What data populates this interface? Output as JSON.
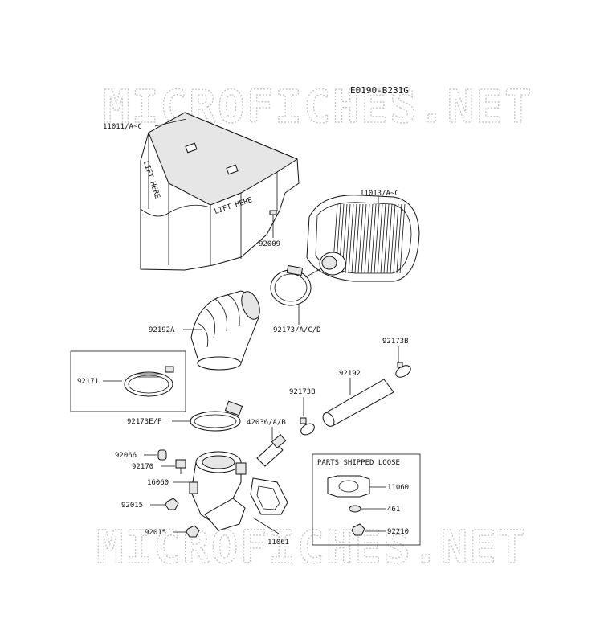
{
  "diagram_code": "E0190-B231G",
  "watermark_text": "MICROFICHES.NET",
  "box_title": "PARTS SHIPPED LOOSE",
  "parts": {
    "p11011": "11011/A~C",
    "p92009": "92009",
    "p11013": "11013/A~C",
    "p92192A": "92192A",
    "p92173ACD": "92173/A/C/D",
    "p92173B_top": "92173B",
    "p92171": "92171",
    "p92192": "92192",
    "p92173B_mid": "92173B",
    "p92173EF": "92173E/F",
    "p42036": "42036/A/B",
    "p92066": "92066",
    "p92170": "92170",
    "p16060": "16060",
    "p92015_a": "92015",
    "p92015_b": "92015",
    "p11061": "11061",
    "p11060": "11060",
    "p461": "461",
    "p92210": "92210"
  },
  "decals": {
    "lift_here": "LIFT HERE"
  }
}
